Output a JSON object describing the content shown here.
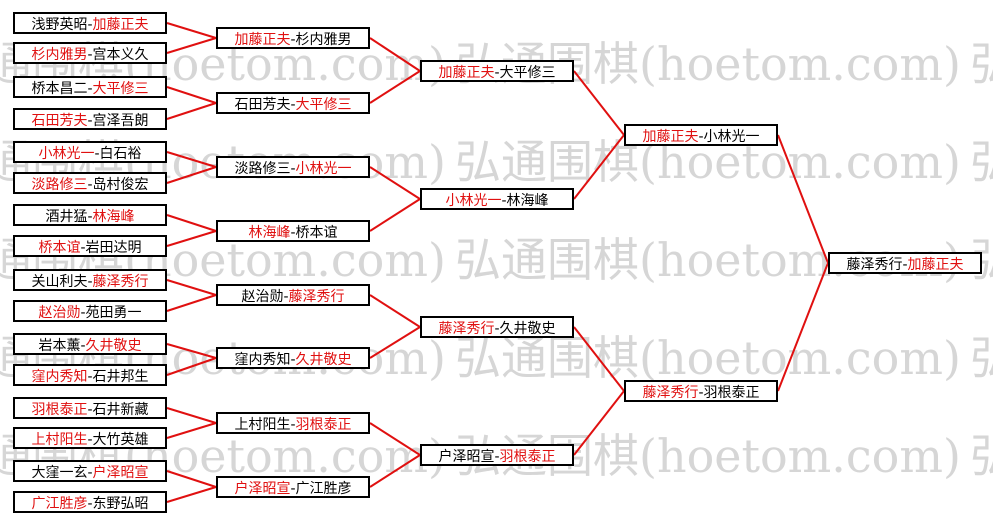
{
  "colors": {
    "winner": "#e01010",
    "line": "#e01010",
    "border": "#000000",
    "watermark": "#d6d6d6"
  },
  "watermark": "弘通围棋(hoetom.com)",
  "round1": [
    {
      "a": "浅野英昭",
      "b": "加藤正夫",
      "winner": "b"
    },
    {
      "a": "杉内雅男",
      "b": "宫本义久",
      "winner": "a"
    },
    {
      "a": "桥本昌二",
      "b": "大平修三",
      "winner": "b"
    },
    {
      "a": "石田芳夫",
      "b": "宫泽吾朗",
      "winner": "a"
    },
    {
      "a": "小林光一",
      "b": "白石裕",
      "winner": "a"
    },
    {
      "a": "淡路修三",
      "b": "岛村俊宏",
      "winner": "a"
    },
    {
      "a": "酒井猛",
      "b": "林海峰",
      "winner": "b"
    },
    {
      "a": "桥本谊",
      "b": "岩田达明",
      "winner": "a"
    },
    {
      "a": "关山利夫",
      "b": "藤泽秀行",
      "winner": "b"
    },
    {
      "a": "赵治勋",
      "b": "苑田勇一",
      "winner": "a"
    },
    {
      "a": "岩本薰",
      "b": "久井敬史",
      "winner": "b"
    },
    {
      "a": "窪内秀知",
      "b": "石井邦生",
      "winner": "a"
    },
    {
      "a": "羽根泰正",
      "b": "石井新藏",
      "winner": "a"
    },
    {
      "a": "上村阳生",
      "b": "大竹英雄",
      "winner": "a"
    },
    {
      "a": "大窪一玄",
      "b": "户泽昭宣",
      "winner": "b"
    },
    {
      "a": "广江胜彦",
      "b": "东野弘昭",
      "winner": "a"
    }
  ],
  "round2": [
    {
      "a": "加藤正夫",
      "b": "杉内雅男",
      "winner": "a"
    },
    {
      "a": "石田芳夫",
      "b": "大平修三",
      "winner": "b"
    },
    {
      "a": "淡路修三",
      "b": "小林光一",
      "winner": "b"
    },
    {
      "a": "林海峰",
      "b": "桥本谊",
      "winner": "a"
    },
    {
      "a": "赵治勋",
      "b": "藤泽秀行",
      "winner": "b"
    },
    {
      "a": "窪内秀知",
      "b": "久井敬史",
      "winner": "b"
    },
    {
      "a": "上村阳生",
      "b": "羽根泰正",
      "winner": "b"
    },
    {
      "a": "户泽昭宣",
      "b": "广江胜彦",
      "winner": "a"
    }
  ],
  "round3": [
    {
      "a": "加藤正夫",
      "b": "大平修三",
      "winner": "a"
    },
    {
      "a": "小林光一",
      "b": "林海峰",
      "winner": "a"
    },
    {
      "a": "藤泽秀行",
      "b": "久井敬史",
      "winner": "a"
    },
    {
      "a": "户泽昭宣",
      "b": "羽根泰正",
      "winner": "b"
    }
  ],
  "round4": [
    {
      "a": "加藤正夫",
      "b": "小林光一",
      "winner": "a"
    },
    {
      "a": "藤泽秀行",
      "b": "羽根泰正",
      "winner": "a"
    }
  ],
  "final": [
    {
      "a": "藤泽秀行",
      "b": "加藤正夫",
      "winner": "b"
    }
  ]
}
